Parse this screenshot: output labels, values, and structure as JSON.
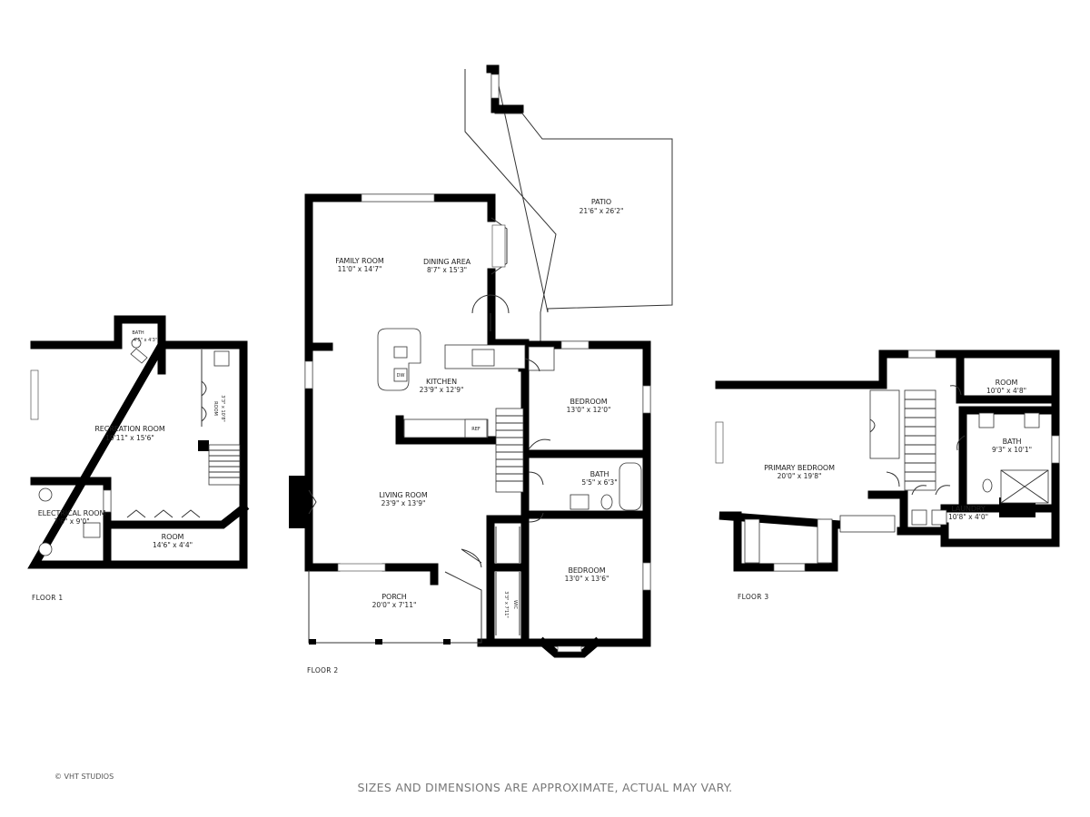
{
  "floors": [
    {
      "label": "FLOOR 1",
      "rooms": [
        {
          "name": "BATH",
          "dims": "4'5\" x 4'3\""
        },
        {
          "name": "ROOM",
          "dims": "3'3\" x 10'8\""
        },
        {
          "name": "RECREATION ROOM",
          "dims": "19'11\" x 15'6\""
        },
        {
          "name": "ELECTRICAL ROOM",
          "dims": "7'6\" x 9'0\""
        },
        {
          "name": "ROOM",
          "dims": "14'6\" x 4'4\""
        }
      ]
    },
    {
      "label": "FLOOR 2",
      "rooms": [
        {
          "name": "PATIO",
          "dims": "21'6\" x 26'2\""
        },
        {
          "name": "FAMILY ROOM",
          "dims": "11'0\" x 14'7\""
        },
        {
          "name": "DINING AREA",
          "dims": "8'7\" x 15'3\""
        },
        {
          "name": "KITCHEN",
          "dims": "23'9\" x 12'9\""
        },
        {
          "name": "BEDROOM",
          "dims": "13'0\" x 12'0\""
        },
        {
          "name": "BATH",
          "dims": "5'5\" x 6'3\""
        },
        {
          "name": "LIVING ROOM",
          "dims": "23'9\" x 13'9\""
        },
        {
          "name": "BEDROOM",
          "dims": "13'0\" x 13'6\""
        },
        {
          "name": "PORCH",
          "dims": "20'0\" x 7'11\""
        },
        {
          "name": "WIC",
          "dims": "3'3\" x 7'11\""
        }
      ],
      "fixtures": {
        "dishwasher": "DW",
        "refrigerator": "REF"
      }
    },
    {
      "label": "FLOOR 3",
      "rooms": [
        {
          "name": "ROOM",
          "dims": "10'0\" x 4'8\""
        },
        {
          "name": "BATH",
          "dims": "9'3\" x 10'1\""
        },
        {
          "name": "PRIMARY BEDROOM",
          "dims": "20'0\" x 19'8\""
        },
        {
          "name": "LAUNDRY",
          "dims": "10'8\" x 4'0\""
        }
      ]
    }
  ],
  "credit": "© VHT STUDIOS",
  "disclaimer": "SIZES AND DIMENSIONS ARE APPROXIMATE, ACTUAL MAY VARY."
}
